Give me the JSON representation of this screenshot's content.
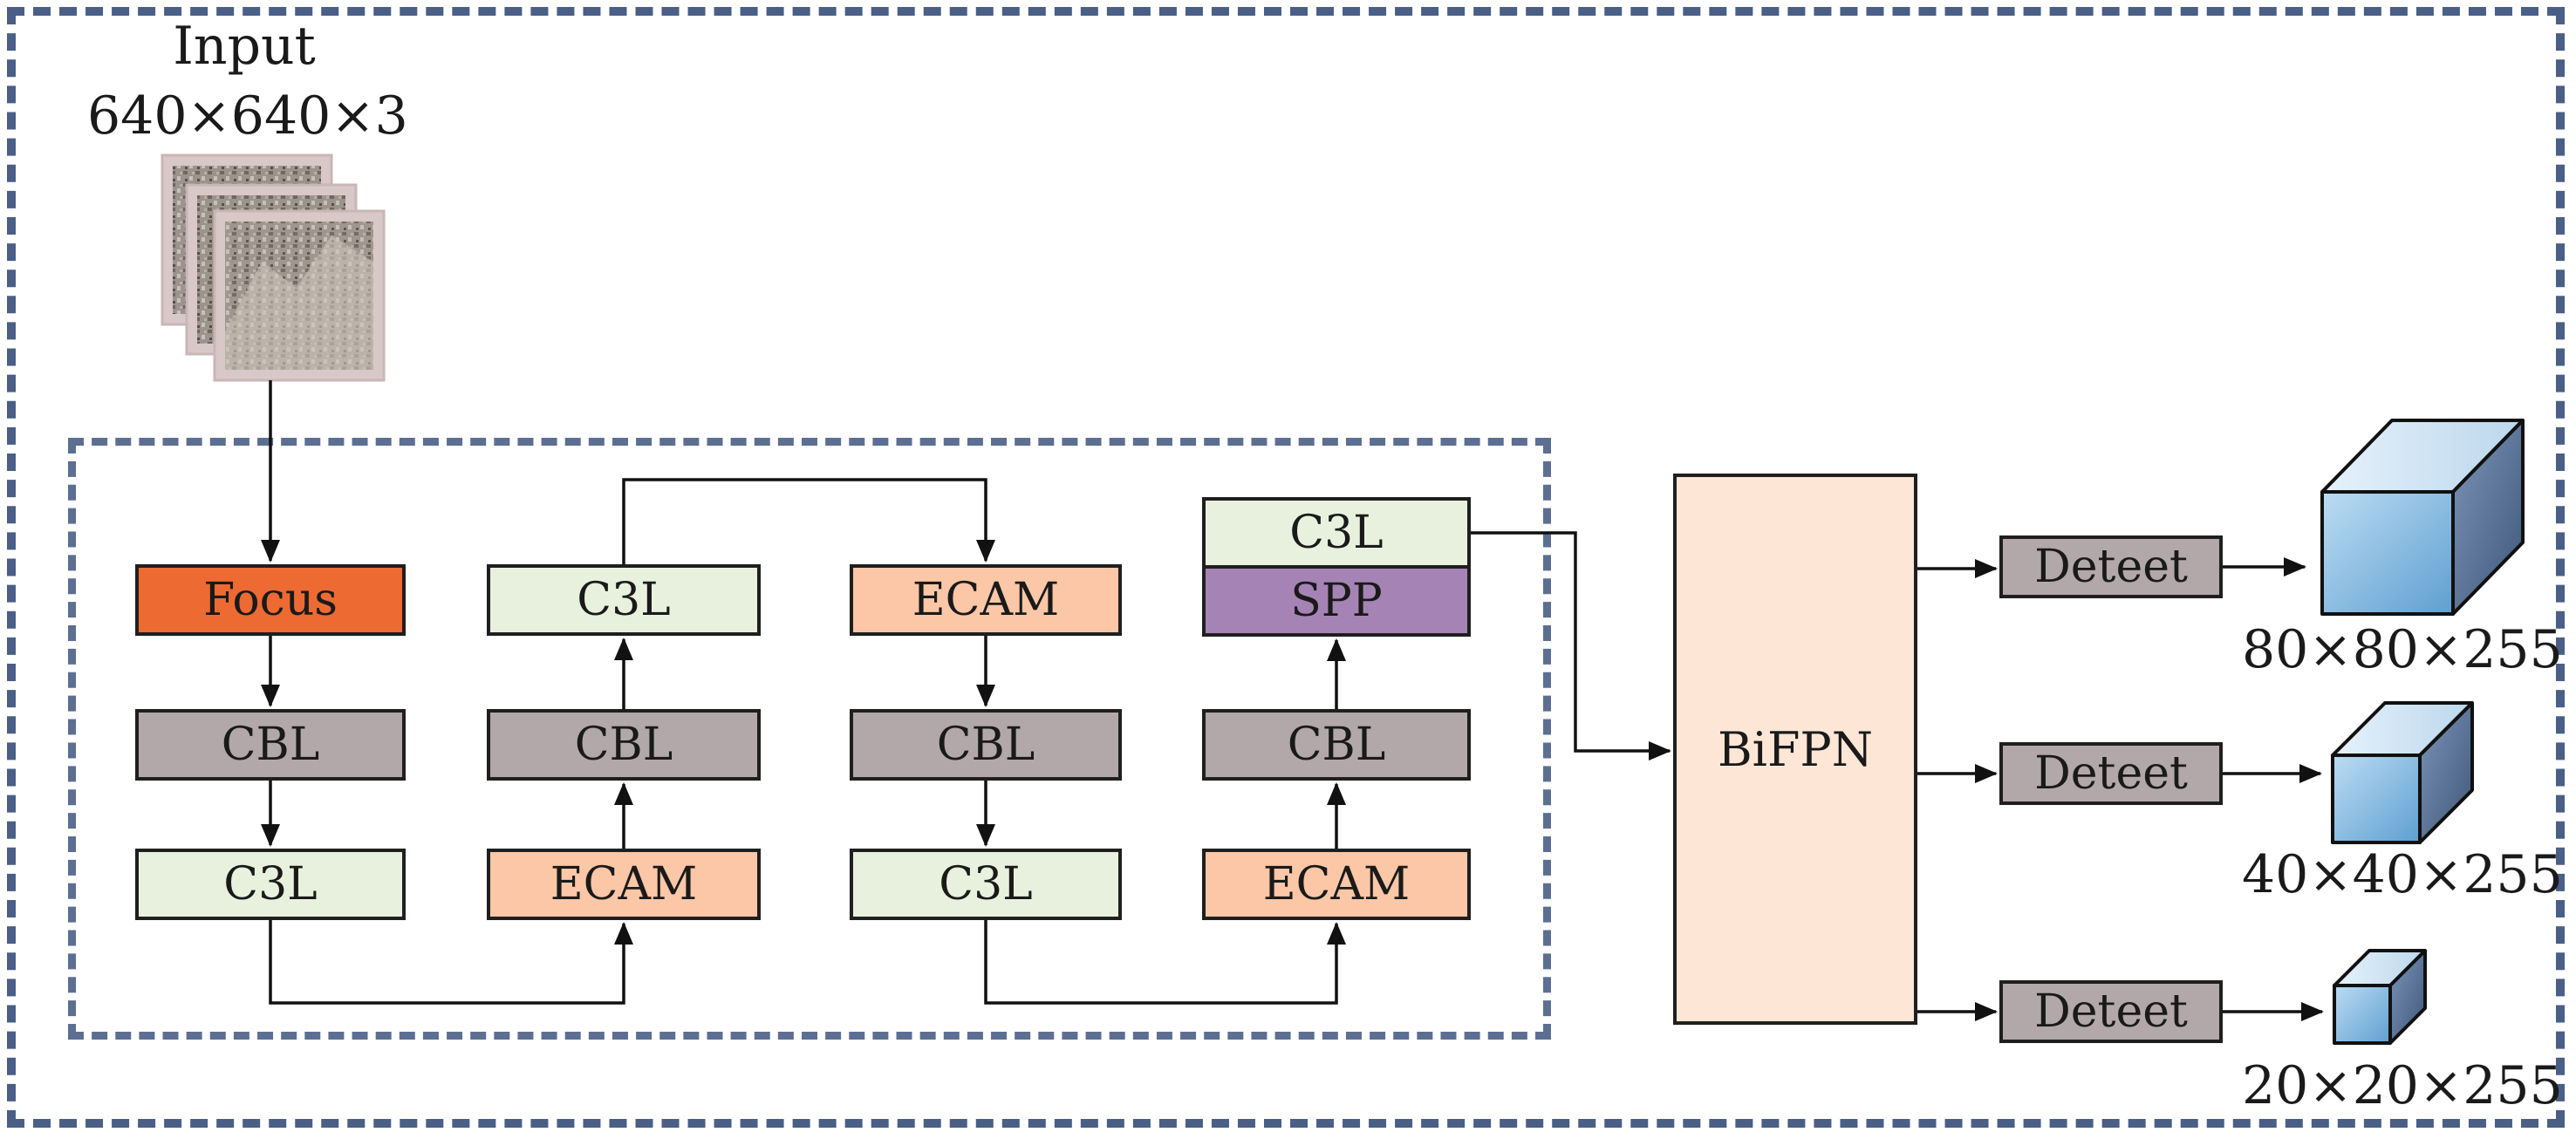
{
  "input": {
    "label": "Input",
    "size": "640×640×3"
  },
  "backbone": {
    "col1": {
      "top": "Focus",
      "mid": "CBL",
      "bot": "C3L"
    },
    "col2": {
      "top": "C3L",
      "mid": "CBL",
      "bot": "ECAM"
    },
    "col3": {
      "top": "ECAM",
      "mid": "CBL",
      "bot": "C3L"
    },
    "col4": {
      "top": "C3L",
      "spp": "SPP",
      "mid": "CBL",
      "bot": "ECAM"
    }
  },
  "neck": {
    "label": "BiFPN"
  },
  "heads": [
    {
      "label": "Deteet",
      "output": "80×80×255"
    },
    {
      "label": "Deteet",
      "output": "40×40×255"
    },
    {
      "label": "Deteet",
      "output": "20×20×255"
    }
  ],
  "colors": {
    "focus": "#ee6a33",
    "cbl": "#b2a8aa",
    "c3l": "#e8f1dd",
    "ecam": "#fbc7a6",
    "spp": "#a584b5",
    "bifpn": "#fde6d6",
    "deteet": "#b2a8aa",
    "frame": "#4a5f86"
  }
}
